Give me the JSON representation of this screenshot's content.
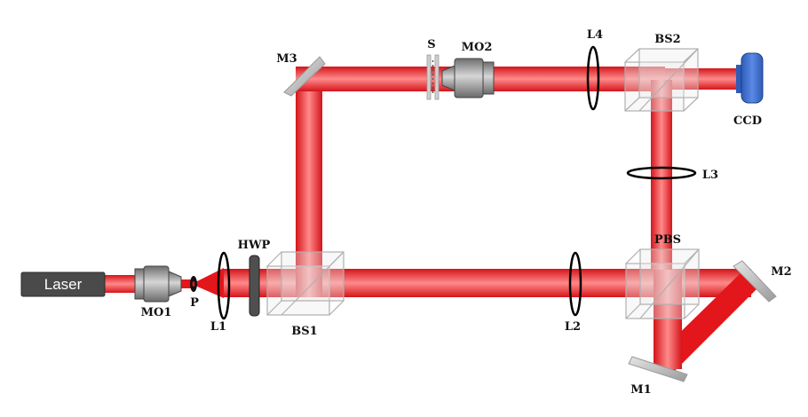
{
  "diagram": {
    "colors": {
      "beam": "#e3161b",
      "beam_core": "#ff7a7a",
      "laser_body": "#4a4a4a",
      "ccd": "#3a6fd0",
      "mirror": "#c9c9c9",
      "cube_edge": "#b0b0b0",
      "lens": "#000000",
      "objective": "#8e8e8e"
    },
    "labels": {
      "laser": "Laser",
      "mo1": "MO1",
      "p": "P",
      "l1": "L1",
      "hwp": "HWP",
      "bs1": "BS1",
      "m3": "M3",
      "s": "S",
      "mo2": "MO2",
      "l4": "L4",
      "bs2": "BS2",
      "ccd": "CCD",
      "l3": "L3",
      "pbs": "PBS",
      "l2": "L2",
      "m2": "M2",
      "m1": "M1"
    }
  }
}
